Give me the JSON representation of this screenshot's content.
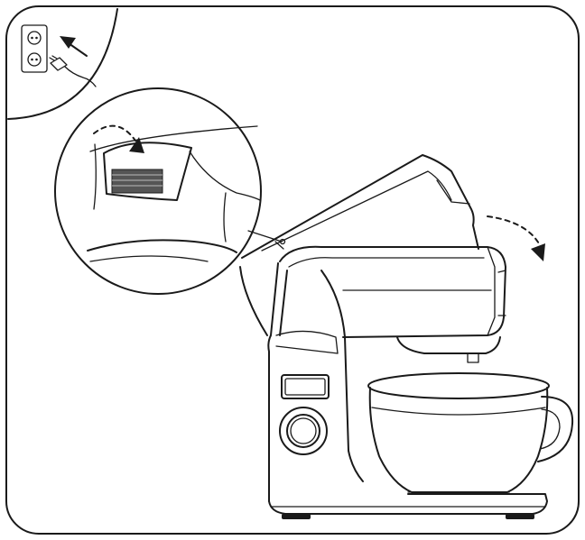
{
  "illustration": {
    "type": "instruction-diagram",
    "panels": [
      "unplug-inset",
      "release-button-detail",
      "mixer-head-tilt"
    ],
    "icons": [
      "wall-socket-icon",
      "plug-icon",
      "arrow-icon",
      "curved-dashed-arrow-icon"
    ],
    "colors": {
      "line": "#1a1a1a",
      "background": "#ffffff"
    }
  }
}
